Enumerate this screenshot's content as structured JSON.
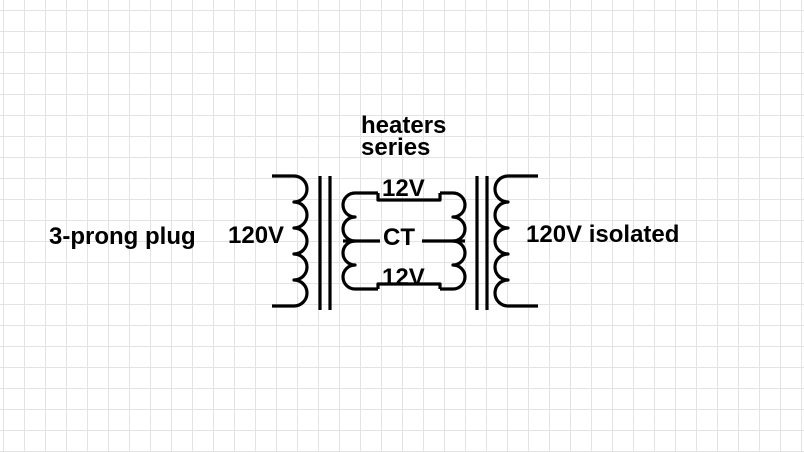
{
  "diagram": {
    "title_line1": "heaters",
    "title_line2": "series",
    "plug_label": "3-prong plug",
    "primary_voltage": "120V",
    "upper_winding_voltage": "12V",
    "center_tap": "CT",
    "lower_winding_voltage": "12V",
    "output_label": "120V isolated"
  },
  "colors": {
    "ink": "#000000",
    "grid": "#e3e3e3",
    "background": "#ffffff"
  }
}
